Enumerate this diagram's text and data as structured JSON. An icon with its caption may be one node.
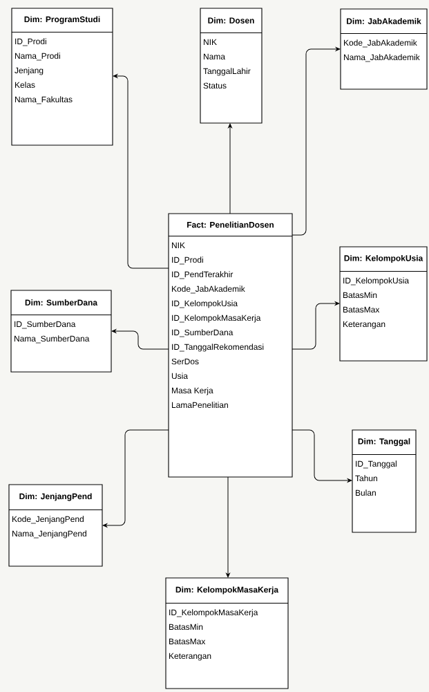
{
  "diagram": {
    "nodes": [
      {
        "text": [
          "Dim: ProgramStudi",
          "ID_Prodi",
          "Nama_Prodi",
          "Jenjang",
          "Kelas",
          "Nama_Fakultas"
        ]
      },
      {
        "text": [
          "Dim: Dosen",
          "NIK",
          "Nama",
          "TanggalLahir",
          "Status"
        ]
      },
      {
        "text": [
          "Dim: JabAkademik",
          "Kode_JabAkademik",
          "Nama_JabAkademik"
        ]
      },
      {
        "text": [
          "Fact: PenelitianDosen",
          "NIK",
          "ID_Prodi",
          "ID_PendTerakhir",
          "Kode_JabAkademik",
          "ID_KelompokUsia",
          "ID_KelompokMasaKerja",
          "ID_SumberDana",
          "ID_TanggalRekomendasi",
          "SerDos",
          "Usia",
          "Masa Kerja",
          "LamaPenelitian"
        ]
      },
      {
        "text": [
          "Dim: KelompokUsia",
          "ID_KelompokUsia",
          "BatasMin",
          "BatasMax",
          "Keterangan"
        ]
      },
      {
        "text": [
          "Dim: SumberDana",
          "ID_SumberDana",
          "Nama_SumberDana"
        ]
      },
      {
        "text": [
          "Dim: Tanggal",
          "ID_Tanggal",
          "Tahun",
          "Bulan"
        ]
      },
      {
        "text": [
          "Dim: JenjangPend",
          "Kode_JenjangPend",
          "Nama_JenjangPend"
        ]
      },
      {
        "text": [
          "Dim: KelompokMasaKerja",
          "ID_KelompokMasaKerja",
          "BatasMin",
          "BatasMax",
          "Keterangan"
        ]
      }
    ],
    "edges": [
      {
        "from": 3,
        "to": 0,
        "arrow": "to"
      },
      {
        "from": 3,
        "to": 1,
        "arrow": "to"
      },
      {
        "from": 3,
        "to": 2,
        "arrow": "to"
      },
      {
        "from": 3,
        "to": 4,
        "arrow": "to"
      },
      {
        "from": 3,
        "to": 5,
        "arrow": "to"
      },
      {
        "from": 3,
        "to": 6,
        "arrow": "to"
      },
      {
        "from": 3,
        "to": 7,
        "arrow": "to"
      },
      {
        "from": 3,
        "to": 8,
        "arrow": "to"
      }
    ]
  }
}
